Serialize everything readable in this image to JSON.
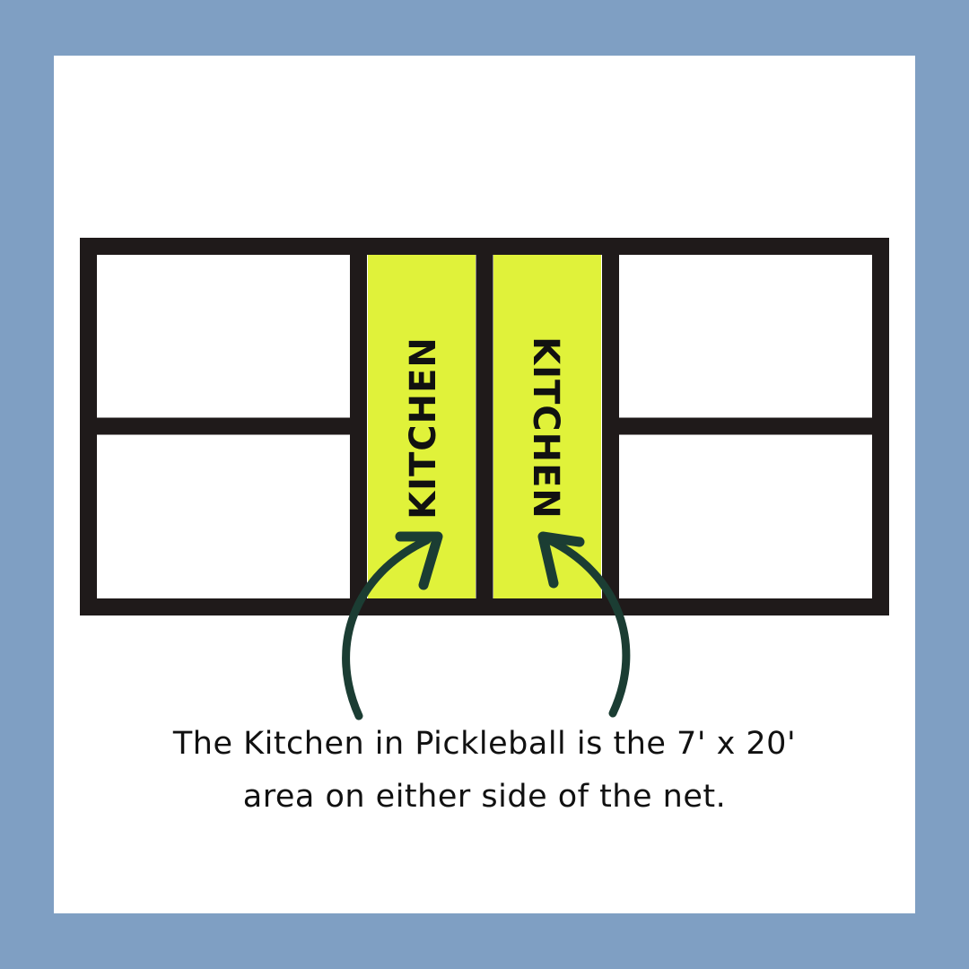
{
  "colors": {
    "border_background": "#7f9fc3",
    "card": "#ffffff",
    "court_lines": "#1f1a1a",
    "kitchen_fill": "#e0f23a",
    "arrow": "#1b3d33",
    "text": "#111111"
  },
  "court": {
    "kitchen_left_label": "KITCHEN",
    "kitchen_right_label": "KITCHEN"
  },
  "caption": {
    "text": "The Kitchen in Pickleball is the 7' x 20' area on either side of the net."
  },
  "icons": [
    "left-curved-arrow-icon",
    "right-curved-arrow-icon"
  ]
}
